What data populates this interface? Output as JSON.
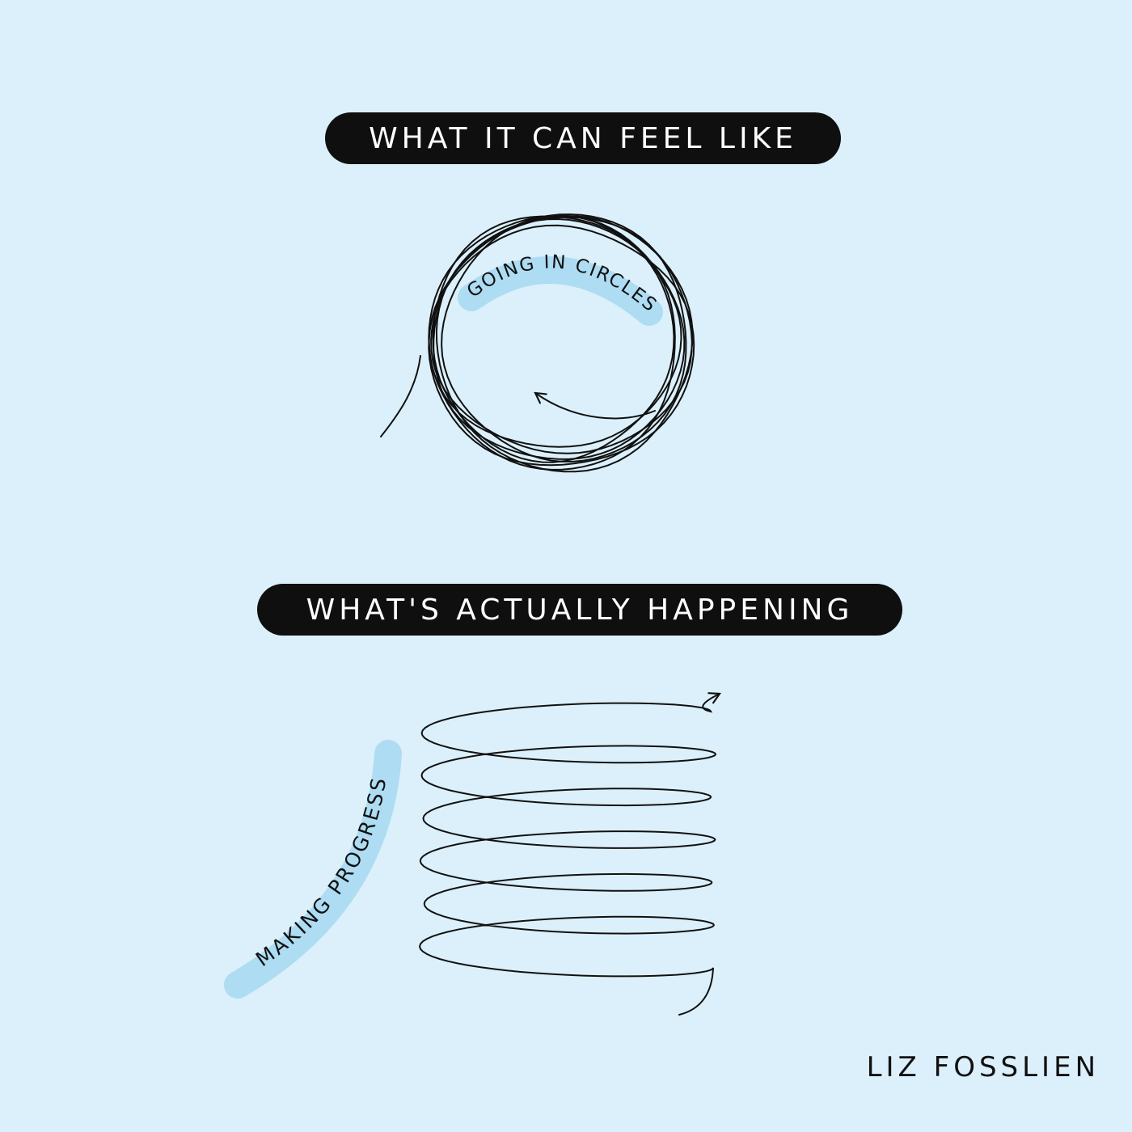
{
  "panels": {
    "top": {
      "heading": "WHAT IT CAN FEEL LIKE",
      "label": "GOING IN CIRCLES",
      "drawing_icon": "tangled-circles-icon"
    },
    "bottom": {
      "heading": "WHAT'S ACTUALLY HAPPENING",
      "label": "MAKING PROGRESS",
      "drawing_icon": "upward-spiral-icon"
    }
  },
  "signature": "LIZ FOSSLIEN",
  "colors": {
    "background": "#dbf0fb",
    "heading_pill": "#0f0f0f",
    "heading_text": "#ffffff",
    "label_highlight": "#aedcf3",
    "ink": "#111111"
  }
}
